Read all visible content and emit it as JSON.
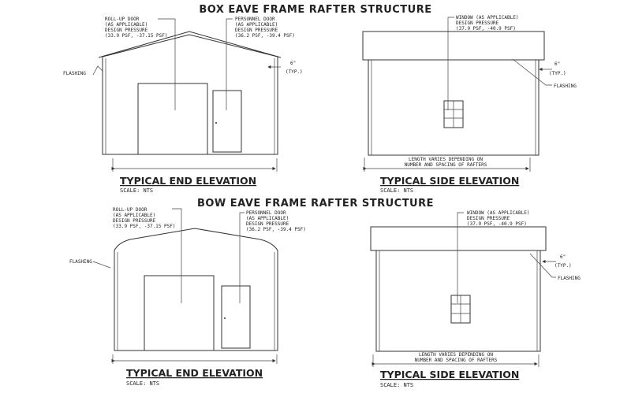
{
  "sections": [
    {
      "title": "BOX EAVE FRAME RAFTER STRUCTURE",
      "end": {
        "rollup": [
          "ROLL-UP DOOR",
          "(AS APPLICABLE)",
          "DESIGN PRESSURE",
          "(33.9 PSF, -37.15 PSF)"
        ],
        "personnel": [
          "PERSONNEL DOOR",
          "(AS APPLICABLE)",
          "DESIGN PRESSURE",
          "(36.2 PSF, -39.4 PSF)"
        ],
        "flashing": "FLASHING",
        "dim": "6\"",
        "typ": "(TYP.)",
        "heading": "TYPICAL END ELEVATION",
        "scale": "SCALE: NTS"
      },
      "side": {
        "window": [
          "WINDOW (AS APPLICABLE)",
          "DESIGN PRESSURE",
          "(37.9 PSF, -40.9 PSF)"
        ],
        "flashing": "FLASHING",
        "dim": "6\"",
        "typ": "(TYP.)",
        "length": [
          "LENGTH VARIES DEPENDING ON",
          "NUMBER AND SPACING OF RAFTERS"
        ],
        "heading": "TYPICAL SIDE ELEVATION",
        "scale": "SCALE: NTS"
      }
    },
    {
      "title": "BOW EAVE FRAME RAFTER STRUCTURE",
      "end": {
        "rollup": [
          "ROLL-UP DOOR",
          "(AS APPLICABLE)",
          "DESIGN PRESSURE",
          "(33.9 PSF, -37.15 PSF)"
        ],
        "personnel": [
          "PERSONNEL DOOR",
          "(AS APPLICABLE)",
          "DESIGN PRESSURE",
          "(36.2 PSF, -39.4 PSF)"
        ],
        "flashing": "FLASHING",
        "heading": "TYPICAL END ELEVATION",
        "scale": "SCALE: NTS"
      },
      "side": {
        "window": [
          "WINDOW (AS APPLICABLE)",
          "DESIGN PRESSURE",
          "(37.9 PSF, -40.9 PSF)"
        ],
        "flashing": "FLASHING",
        "dim": "6\"",
        "typ": "(TYP.)",
        "length": [
          "LENGTH VARIES DEPENDING ON",
          "NUMBER AND SPACING OF RAFTERS"
        ],
        "heading": "TYPICAL SIDE ELEVATION",
        "scale": "SCALE: NTS"
      }
    }
  ]
}
